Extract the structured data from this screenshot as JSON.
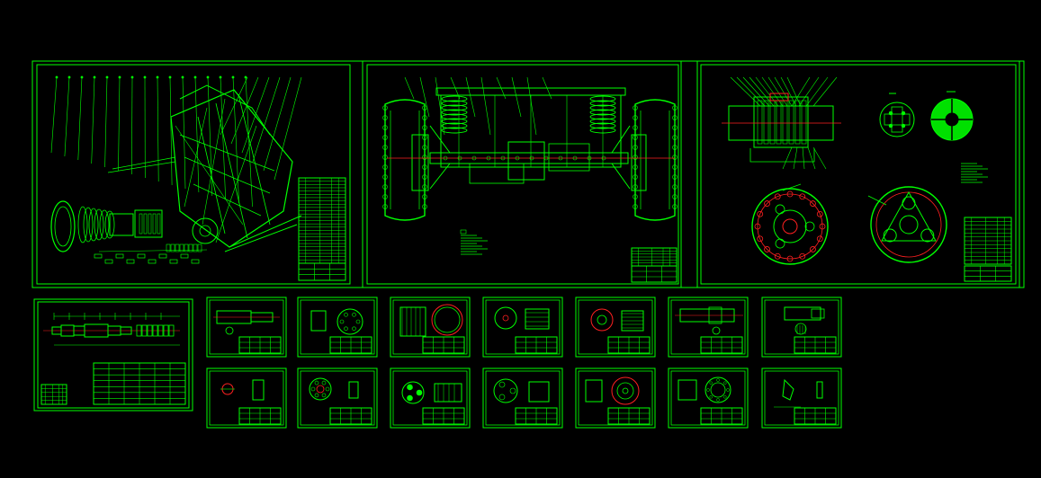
{
  "colors": {
    "background": "#000000",
    "line": "#00ff00",
    "line_dim": "#00b400",
    "accent": "#ff2020",
    "fill": "#00e000"
  },
  "sheets": {
    "large": [
      "assembly-exploded-view",
      "axle-assembly-view",
      "reducer-part-views"
    ],
    "shaft_sheet": "shaft-drawing",
    "small_row_count": 2,
    "small_per_row": 7
  }
}
